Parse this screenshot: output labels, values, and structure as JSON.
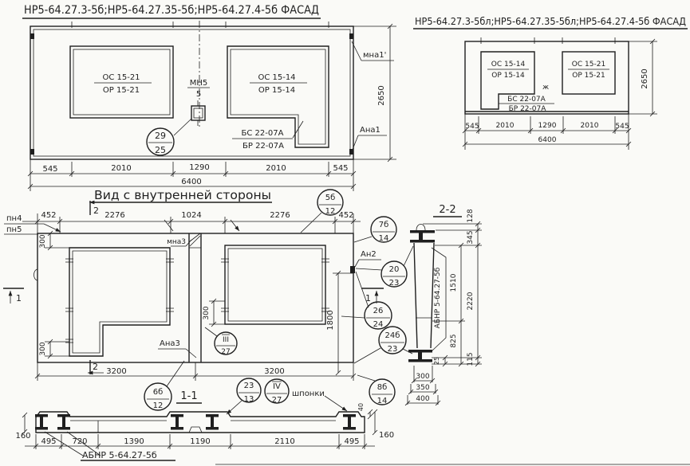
{
  "facade_large": {
    "title": "НР5-64.27.3-5б;НР5-64.27.35-5б;НР5-64.27.4-5б  ФАСАД",
    "win_left_top": "ОС 15-21",
    "win_left_bot": "ОР 15-21",
    "win_right_top": "ОС 15-14",
    "win_right_bot": "ОР 15-14",
    "mn5_top": "МН5",
    "mn5_bot": "5",
    "bs_top": "БС 22-07А",
    "bs_bot": "БР 22-07А",
    "c29_top": "29",
    "c29_bot": "25",
    "mna1": "мна1'",
    "ana1": "Ана1",
    "h": "2650",
    "d1": "545",
    "d2": "2010",
    "d3": "1290",
    "d4": "2010",
    "d5": "545",
    "total": "6400"
  },
  "facade_small": {
    "title": "НР5-64.27.3-5бл;НР5-64.27.35-5бл;НР5-64.27.4-5б ФАСАД",
    "win_left_top": "ОС 15-14",
    "win_left_bot": "ОР 15-14",
    "win_right_top": "ОС 15-21",
    "win_right_bot": "ОР 15-21",
    "bs_top": "БС 22-07А",
    "bs_bot": "БР 22-07А",
    "star": "ж",
    "h": "2650",
    "d1": "545",
    "d2": "2010",
    "d3": "1290",
    "d4": "2010",
    "d5": "545",
    "total": "6400"
  },
  "inner": {
    "title": "Вид с внутренней стороны",
    "pn4": "пн4",
    "pn5": "пн5",
    "t1": "452",
    "t2": "2276",
    "t3": "1024",
    "t4": "2276",
    "t5": "452",
    "mark2": "2",
    "mark1": "1",
    "mna3": "мна3",
    "ana3": "Ана3",
    "an2": "Ан2",
    "d300": "300",
    "d1800": "1800",
    "d3200": "3200",
    "c5b_top": "5б",
    "c5b_bot": "12",
    "c7b_top": "7б",
    "c7b_bot": "14",
    "c20_top": "20",
    "c20_bot": "23",
    "c26_top": "26",
    "c26_bot": "24",
    "c24b_top": "24б",
    "c24b_bot": "23",
    "c8b_top": "8б",
    "c8b_bot": "14",
    "c3_top": "III",
    "c3_bot": "27"
  },
  "sec22": {
    "title": "2-2",
    "label": "АБНР 5-64.27-5б",
    "d128": "128",
    "d345": "345",
    "d1510": "1510",
    "d2220": "2220",
    "d825": "825",
    "d115": "115",
    "d25": "25",
    "w300": "300",
    "w350": "350",
    "w400": "400"
  },
  "sec11": {
    "title": "1-1",
    "label": "АБНР 5-64.27-5б",
    "shponki": "шпонки",
    "c6b_top": "6б",
    "c6b_bot": "12",
    "c23_top": "23",
    "c23_bot": "13",
    "c4_top": "IV",
    "c4_bot": "27",
    "h160l": "160",
    "h160r": "160",
    "d40": "40",
    "d1": "495",
    "d2": "720",
    "d3": "1390",
    "d4": "1190",
    "d5": "2110",
    "d6": "495"
  }
}
